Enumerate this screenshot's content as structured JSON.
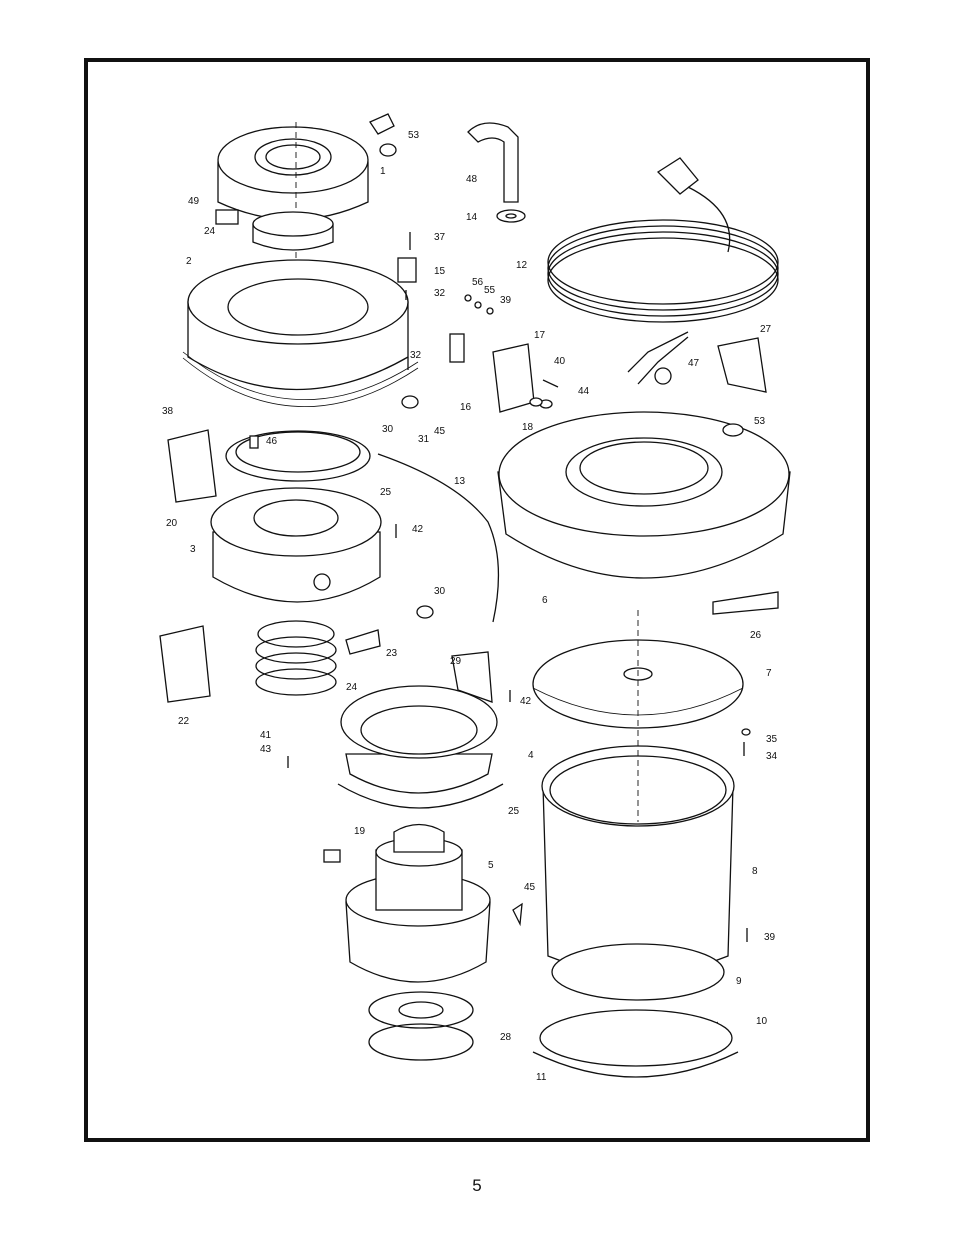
{
  "page": {
    "number": "5"
  },
  "callouts": [
    "1",
    "2",
    "3",
    "4",
    "5",
    "6",
    "7",
    "8",
    "9",
    "10",
    "11",
    "12",
    "13",
    "14",
    "15",
    "16",
    "17",
    "18",
    "19",
    "20",
    "22",
    "23",
    "24",
    "24",
    "25",
    "25",
    "26",
    "27",
    "28",
    "29",
    "30",
    "30",
    "31",
    "32",
    "32",
    "34",
    "35",
    "37",
    "38",
    "39",
    "39",
    "40",
    "41",
    "42",
    "42",
    "43",
    "44",
    "45",
    "45",
    "46",
    "47",
    "48",
    "49",
    "53",
    "53",
    "55",
    "56"
  ]
}
